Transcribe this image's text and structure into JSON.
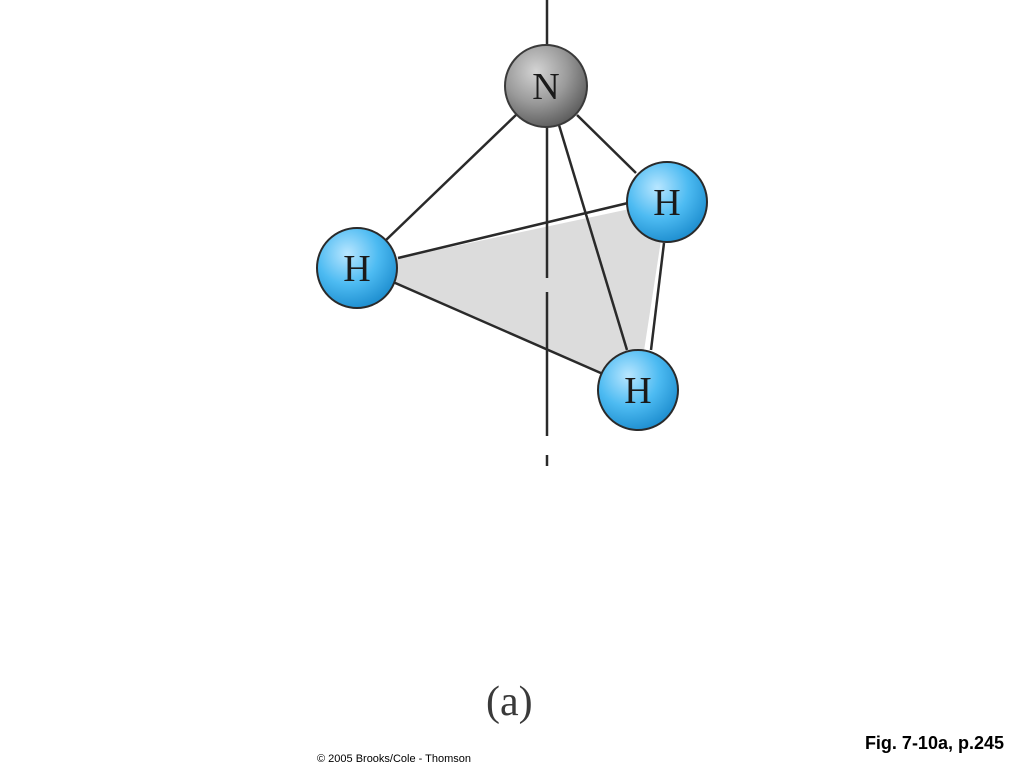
{
  "diagram": {
    "atoms": {
      "nitrogen": {
        "symbol": "N"
      },
      "hydrogen_left": {
        "symbol": "H"
      },
      "hydrogen_right": {
        "symbol": "H"
      },
      "hydrogen_bottom": {
        "symbol": "H"
      }
    },
    "part_label": "(a)"
  },
  "footer": {
    "figure_reference": "Fig. 7-10a, p.245",
    "copyright": "© 2005 Brooks/Cole - Thomson"
  },
  "colors": {
    "nitrogen": "#8e8e8e",
    "hydrogen": "#41b4ee",
    "base_plane": "#dcdcdc",
    "bond": "#2a2a2a"
  }
}
